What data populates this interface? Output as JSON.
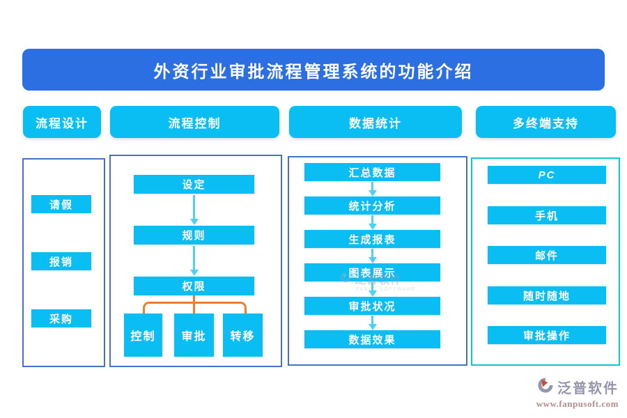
{
  "title": "外资行业审批流程管理系统的功能介绍",
  "columns": [
    {
      "header": "流程设计",
      "items": [
        "请假",
        "报销",
        "采购"
      ]
    },
    {
      "header": "流程控制",
      "flow": [
        "设定",
        "规则",
        "权限"
      ],
      "children": [
        "控制",
        "审批",
        "转移"
      ]
    },
    {
      "header": "数据统计",
      "flow": [
        "汇总数据",
        "统计分析",
        "生成报表",
        "图表展示",
        "审批状况",
        "数据效果"
      ]
    },
    {
      "header": "多终端支持",
      "items": [
        "PC",
        "手机",
        "邮件",
        "随时随地",
        "审批操作"
      ]
    }
  ],
  "watermark": {
    "brand": "泛普软件",
    "subtitle": "FANPU SOFTWARE"
  },
  "footer": {
    "brand": "泛普软件",
    "url": "www.fanpusoft.com"
  },
  "colors": {
    "title_bar": "#2c6fe2",
    "node_cyan": "#0abdf2",
    "frame_blue": "#4472c4",
    "frame_teal": "#10c5d2",
    "connector_orange": "#ed7d31",
    "arrow_cyan": "#4fd0f7"
  }
}
